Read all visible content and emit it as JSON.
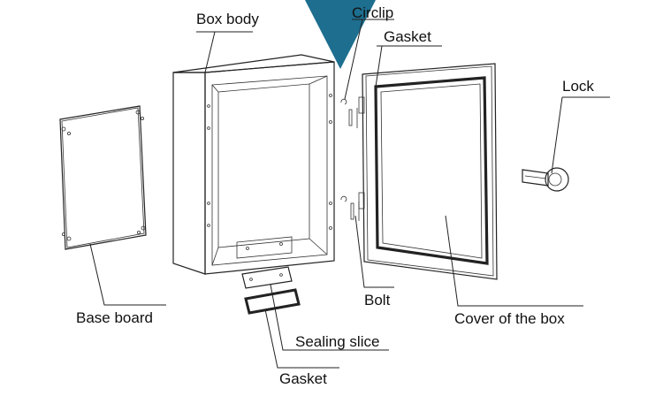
{
  "labels": {
    "box_body": "Box body",
    "circlip": "Circlip",
    "gasket_top": "Gasket",
    "lock": "Lock",
    "base_board": "Base board",
    "bolt": "Bolt",
    "cover": "Cover of the box",
    "sealing_slice": "Sealing slice",
    "gasket_bottom": "Gasket"
  },
  "colors": {
    "accent_triangle": "#1d6e8f",
    "line": "#222222"
  }
}
